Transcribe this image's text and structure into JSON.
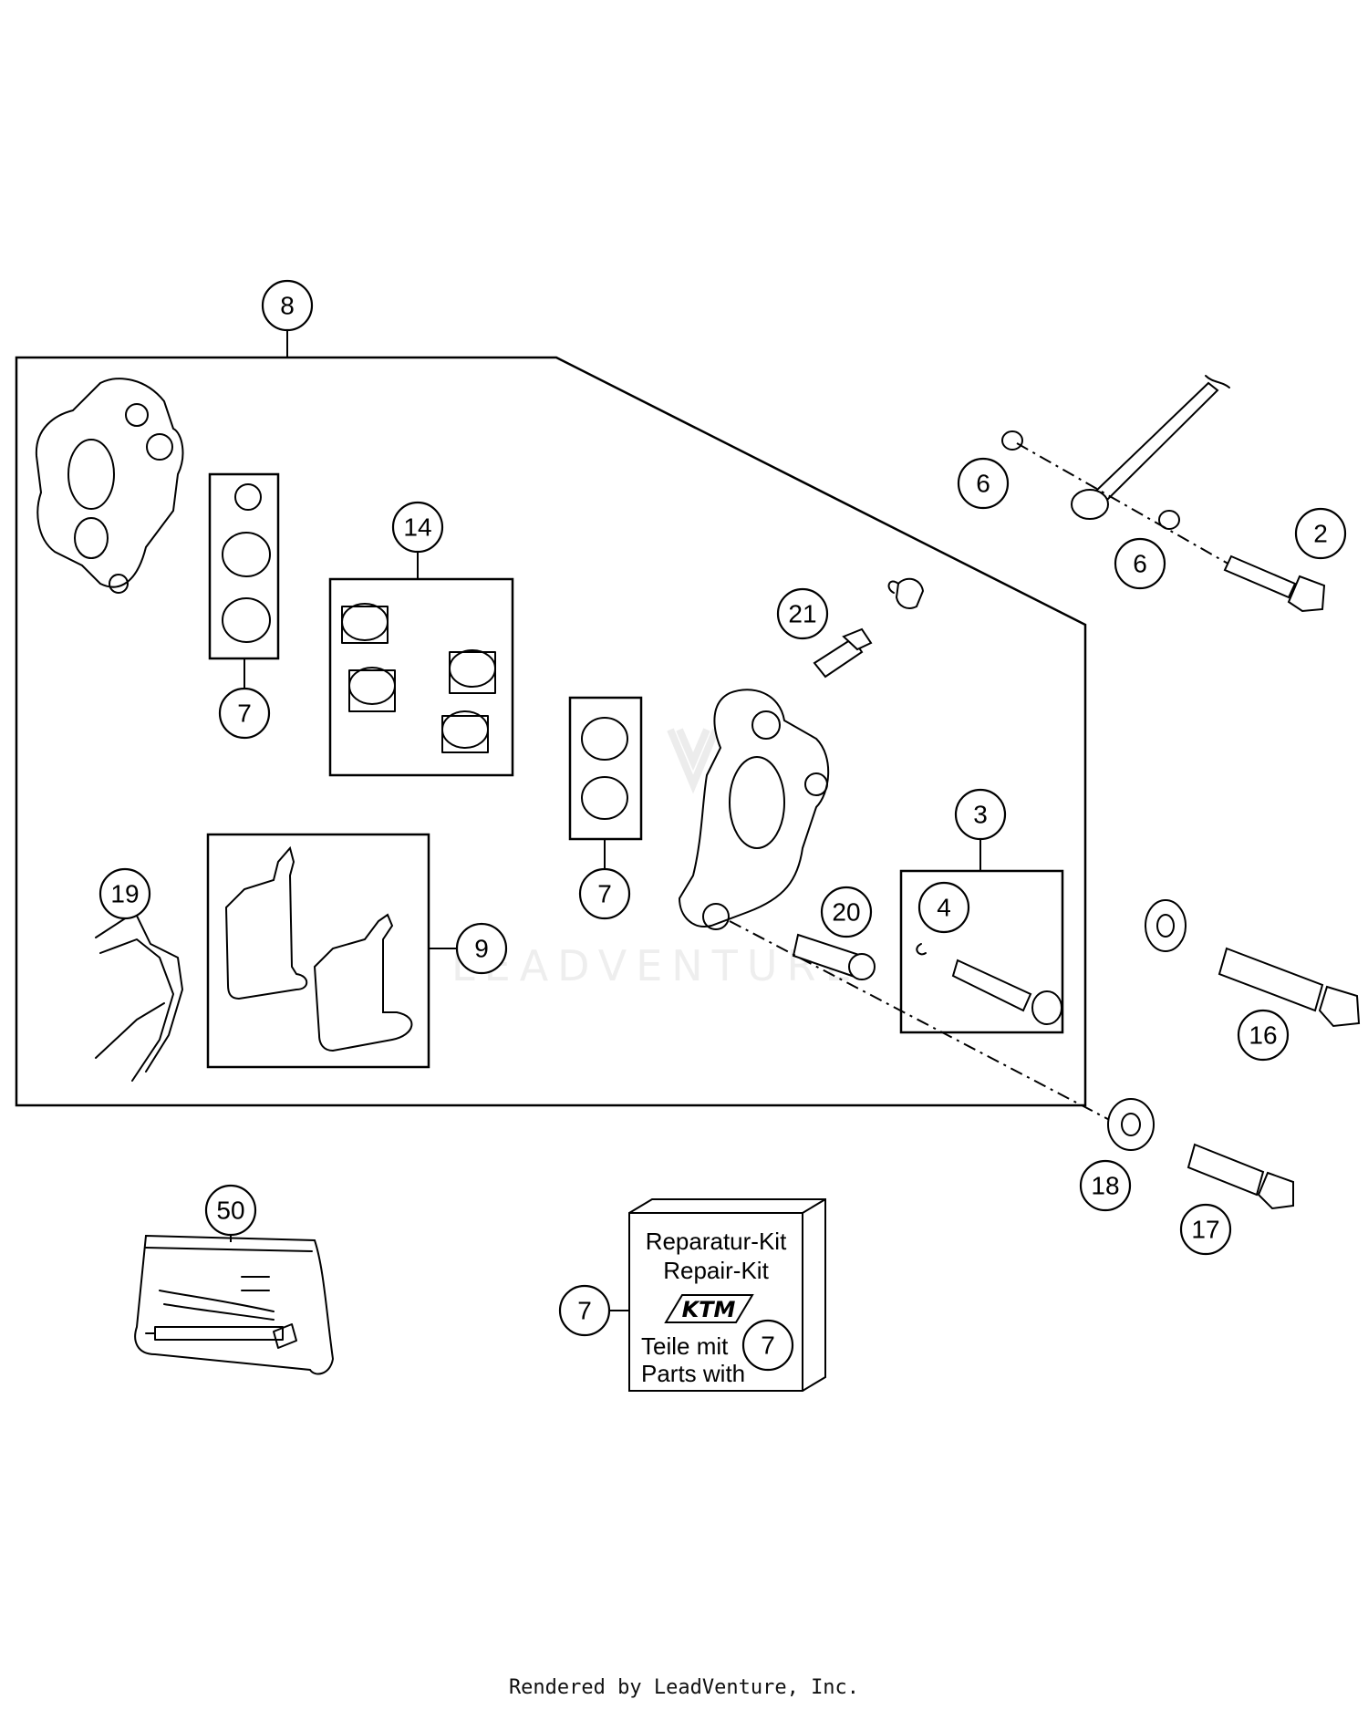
{
  "callouts": {
    "c8": "8",
    "c7a": "7",
    "c14": "14",
    "c6a": "6",
    "c6b": "6",
    "c2": "2",
    "c21": "21",
    "c7b": "7",
    "c3": "3",
    "c4": "4",
    "c20": "20",
    "c19": "19",
    "c9": "9",
    "c16": "16",
    "c18": "18",
    "c17": "17",
    "c50": "50",
    "c7c": "7",
    "c7d": "7"
  },
  "kit_label": {
    "line1": "Reparatur-Kit",
    "line2": "Repair-Kit",
    "brand": "KTM",
    "line3": "Teile mit",
    "line4": "Parts with"
  },
  "watermark": "LEADVENTURE",
  "footer": "Rendered by LeadVenture, Inc."
}
